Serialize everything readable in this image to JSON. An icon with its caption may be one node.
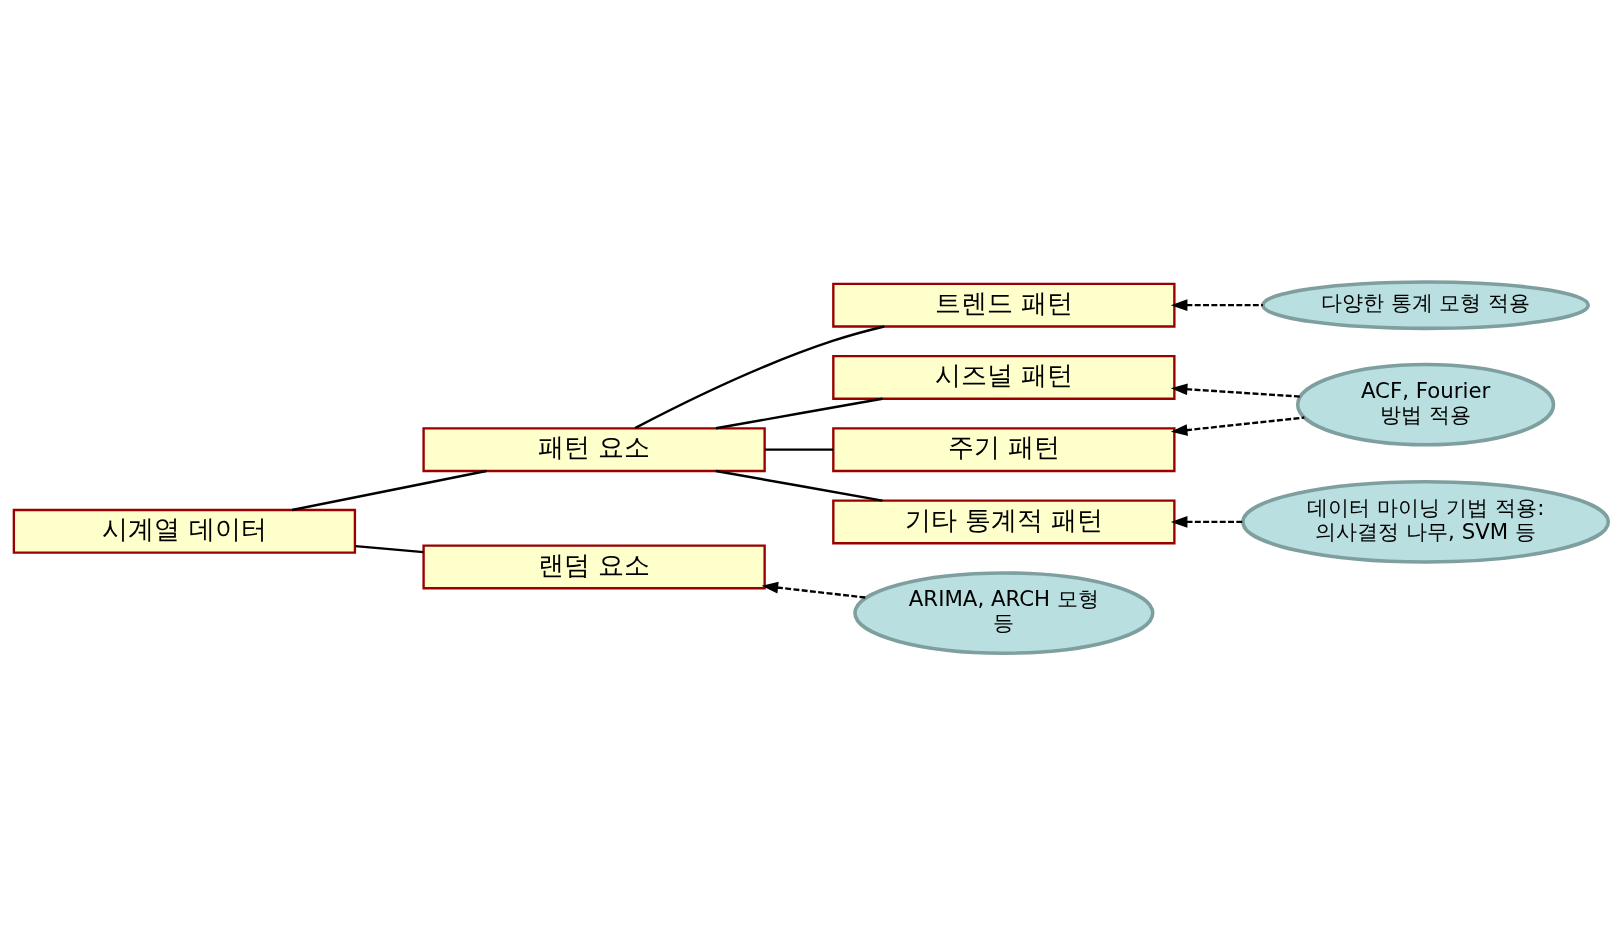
{
  "diagram": {
    "nodes": [
      {
        "text": [
          "시계열 데이터"
        ]
      },
      {
        "text": [
          "ARIMA, ARCH 모형 등"
        ]
      },
      {
        "text": [
          "패턴 요소"
        ]
      },
      {
        "text": [
          "랜덤 요소"
        ]
      },
      {
        "text": [
          "트렌드 패턴"
        ]
      },
      {
        "text": [
          "시즈널 패턴"
        ]
      },
      {
        "text": [
          "주기 패턴"
        ]
      },
      {
        "text": [
          "기타 통계적 패턴"
        ]
      },
      {
        "text": [
          "다양한 통계 모형 적용"
        ]
      },
      {
        "text": [
          "ACF, Fourier 방법 적용"
        ]
      },
      {
        "text": [
          "데이터 마이닝 기법 적용: 의사결정 나무, SVM 등"
        ]
      }
    ],
    "edges": [
      {
        "from": 0,
        "to": 2,
        "arrow": "none"
      },
      {
        "from": 0,
        "to": 3,
        "arrow": "none"
      },
      {
        "from": 1,
        "to": 3,
        "arrow": "to",
        "style": "dashed"
      },
      {
        "from": 2,
        "to": 4,
        "arrow": "none"
      },
      {
        "from": 2,
        "to": 5,
        "arrow": "none"
      },
      {
        "from": 2,
        "to": 6,
        "arrow": "none"
      },
      {
        "from": 2,
        "to": 7,
        "arrow": "none"
      },
      {
        "from": 8,
        "to": 4,
        "arrow": "to",
        "style": "dashed"
      },
      {
        "from": 9,
        "to": 5,
        "arrow": "to",
        "style": "dashed"
      },
      {
        "from": 9,
        "to": 6,
        "arrow": "to",
        "style": "dashed"
      },
      {
        "from": 10,
        "to": 7,
        "arrow": "to",
        "style": "dashed"
      }
    ]
  }
}
